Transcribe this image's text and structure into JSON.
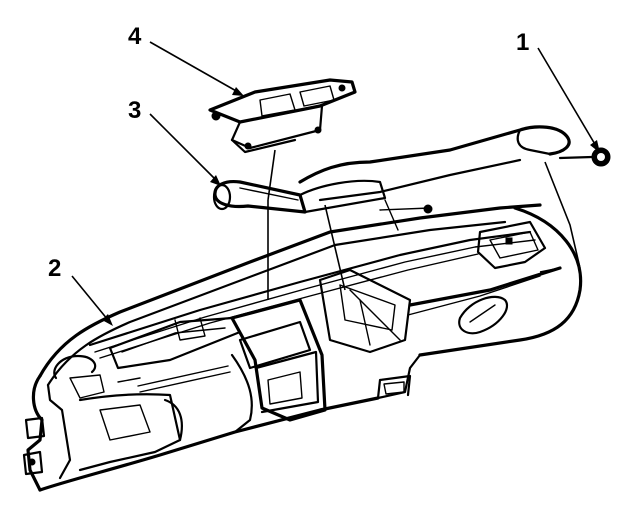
{
  "diagram": {
    "callouts": [
      {
        "id": "1",
        "label": "1"
      },
      {
        "id": "2",
        "label": "2"
      },
      {
        "id": "3",
        "label": "3"
      },
      {
        "id": "4",
        "label": "4"
      }
    ],
    "colors": {
      "ink": "#000000",
      "background": "#ffffff"
    }
  }
}
